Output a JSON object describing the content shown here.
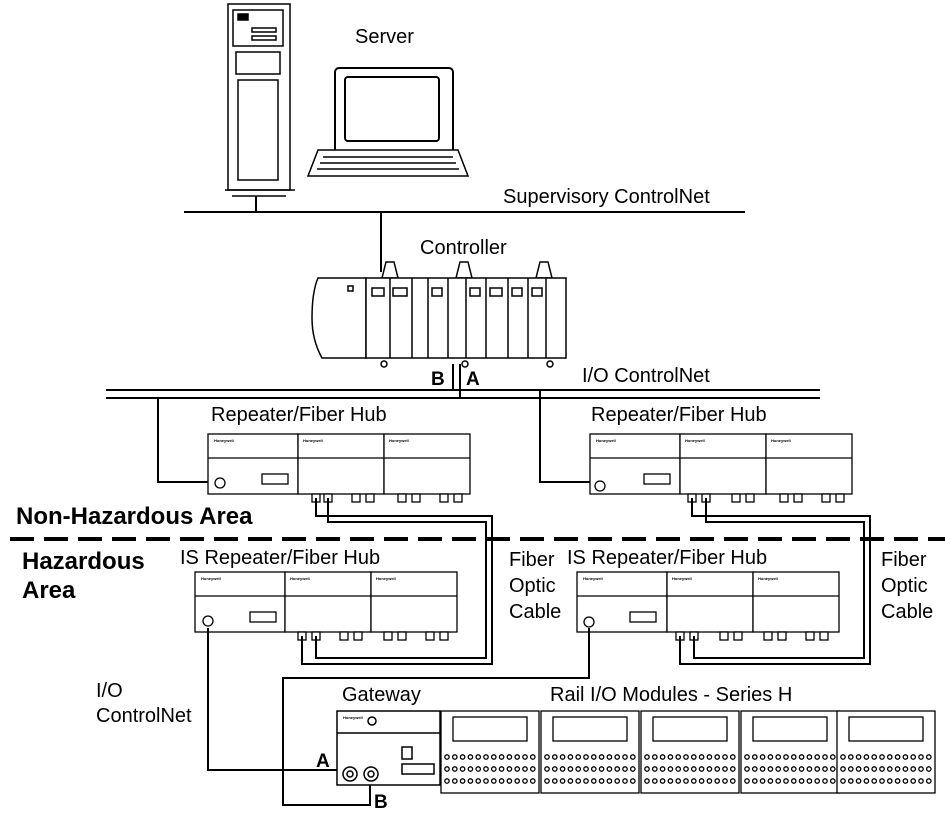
{
  "labels": {
    "server": "Server",
    "supervisory_net": "Supervisory ControlNet",
    "controller": "Controller",
    "io_net": "I/O ControlNet",
    "port_a": "A",
    "port_b": "B",
    "hub_left": "Repeater/Fiber Hub",
    "hub_right": "Repeater/Fiber Hub",
    "non_hazardous": "Non-Hazardous Area",
    "hazardous_line1": "Hazardous",
    "hazardous_line2": "Area",
    "is_hub_left": "IS Repeater/Fiber Hub",
    "is_hub_right": "IS Repeater/Fiber Hub",
    "fiber_left": [
      "Fiber",
      "Optic",
      "Cable"
    ],
    "fiber_right": [
      "Fiber",
      "Optic",
      "Cable"
    ],
    "io_controlnet": [
      "I/O",
      "ControlNet"
    ],
    "gateway": "Gateway",
    "rail_modules": "Rail I/O Modules - Series H",
    "gateway_port_a": "A",
    "gateway_port_b": "B",
    "brand": "Honeywell"
  },
  "colors": {
    "line": "#000000",
    "background": "#ffffff",
    "equipment_fill": "#ffffff"
  }
}
